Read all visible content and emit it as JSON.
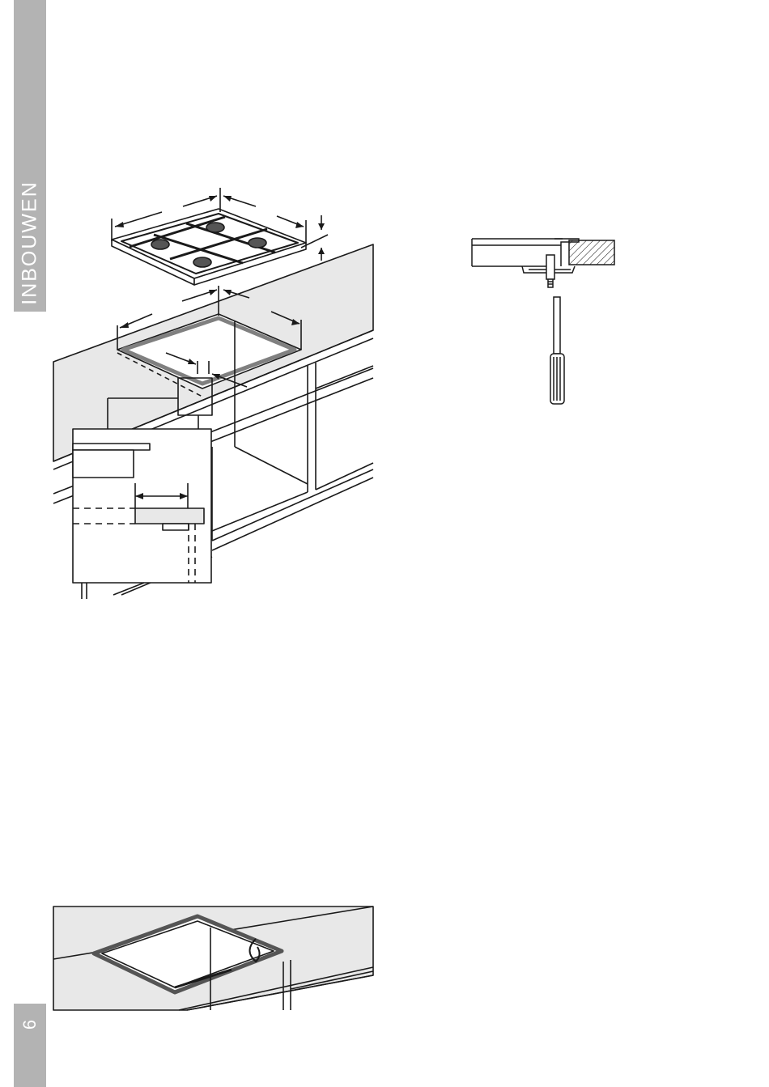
{
  "sidebar": {
    "section_label": "INBOUWEN",
    "page_number": "6"
  },
  "colors": {
    "tab": "#b3b3b3",
    "counter": "#e8e8e8",
    "line": "#1a1a1a"
  },
  "figures": [
    {
      "name": "hob-installation-figure"
    },
    {
      "name": "clamp-screwdriver-figure"
    },
    {
      "name": "seal-cutout-figure"
    }
  ]
}
